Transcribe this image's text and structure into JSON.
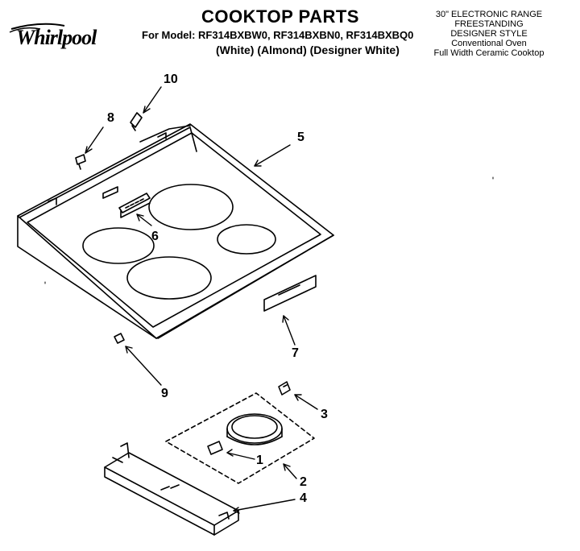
{
  "header": {
    "brand": "Whirlpool",
    "title": "COOKTOP PARTS",
    "model_line": "For Model: RF314BXBW0, RF314BXBN0, RF314BXBQ0",
    "color_line": "(White) (Almond) (Designer White)"
  },
  "spec": {
    "lines": [
      "30\" ELECTRONIC RANGE",
      "FREESTANDING",
      "DESIGNER STYLE",
      "Conventional Oven",
      "Full Width Ceramic Cooktop"
    ]
  },
  "callouts": {
    "c1": "1",
    "c2": "2",
    "c3": "3",
    "c4": "4",
    "c5": "5",
    "c6": "6",
    "c7": "7",
    "c8": "8",
    "c9": "9",
    "c10": "10"
  }
}
